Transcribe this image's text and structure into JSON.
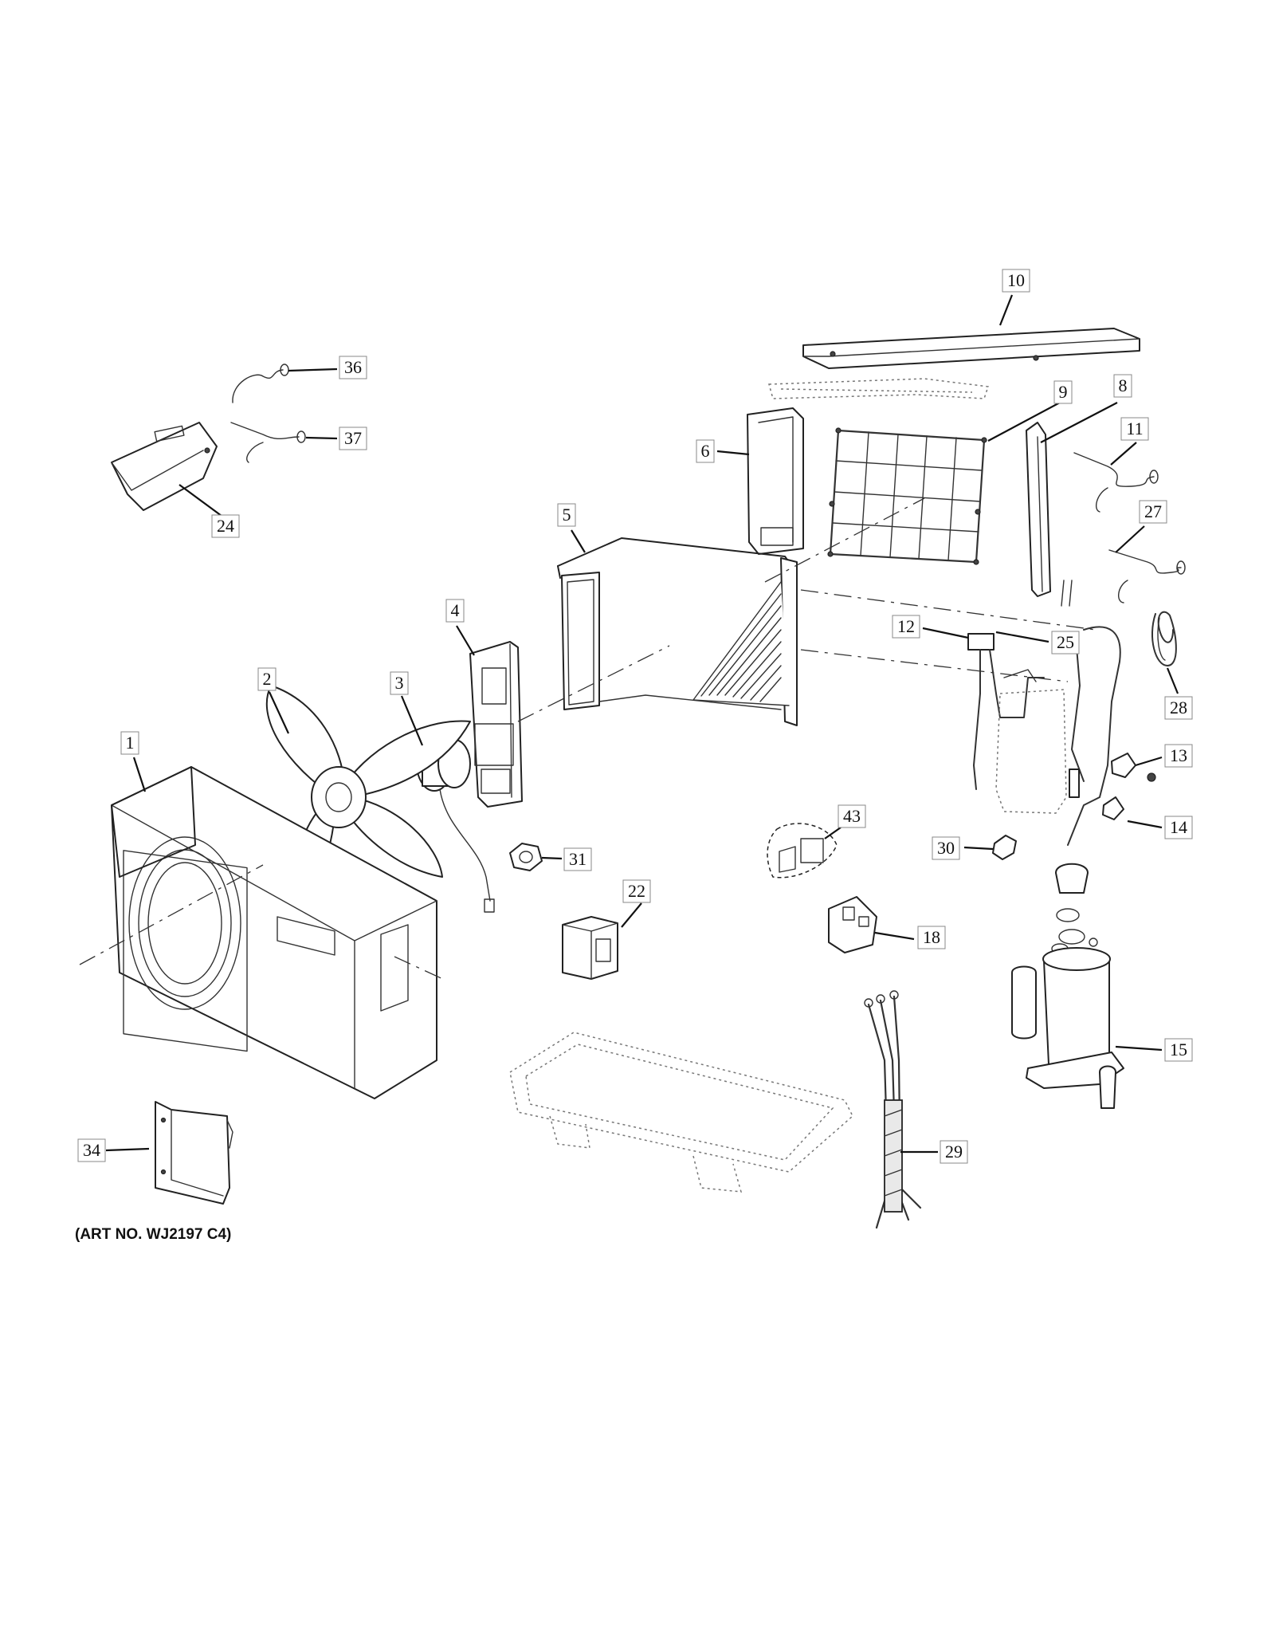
{
  "art_number": "(ART NO. WJ2197 C4)",
  "callouts": {
    "c1": "1",
    "c2": "2",
    "c3": "3",
    "c4": "4",
    "c5": "5",
    "c6": "6",
    "c8": "8",
    "c9": "9",
    "c10": "10",
    "c11": "11",
    "c12": "12",
    "c13": "13",
    "c14": "14",
    "c15": "15",
    "c18": "18",
    "c22": "22",
    "c24": "24",
    "c25": "25",
    "c27": "27",
    "c28": "28",
    "c29": "29",
    "c30": "30",
    "c31": "31",
    "c34": "34",
    "c36": "36",
    "c37": "37",
    "c43": "43"
  }
}
